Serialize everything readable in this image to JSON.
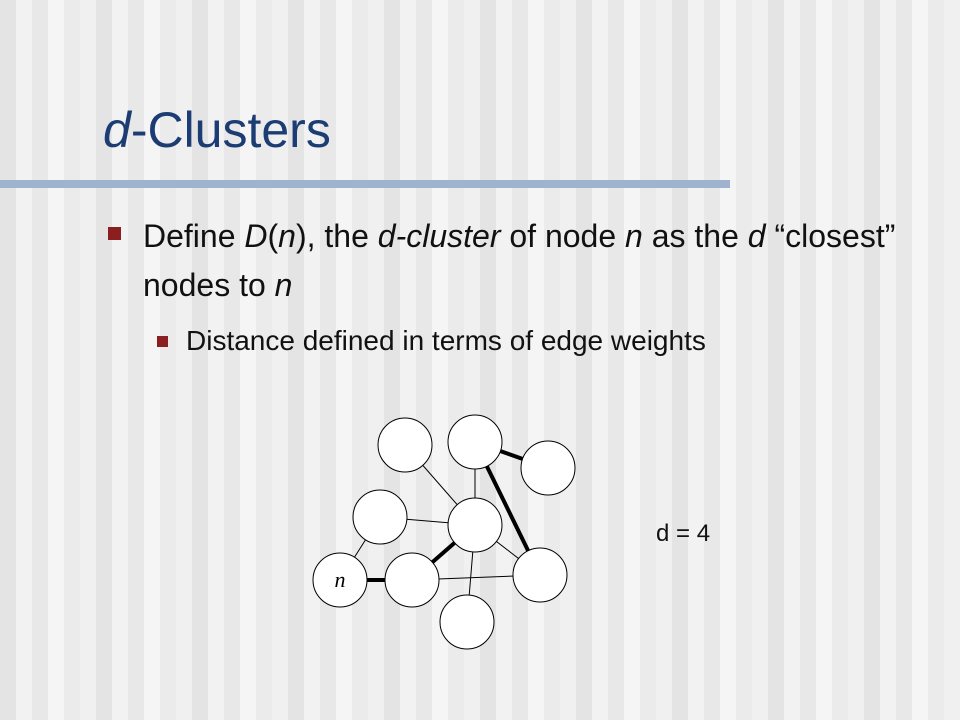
{
  "slide": {
    "title_italic": "d",
    "title_rest": "-Clusters",
    "bullet": {
      "segments": [
        {
          "text": "Define ",
          "style": "normal"
        },
        {
          "text": "D",
          "style": "italic"
        },
        {
          "text": "(",
          "style": "normal"
        },
        {
          "text": "n",
          "style": "italic"
        },
        {
          "text": "), the ",
          "style": "normal"
        },
        {
          "text": "d-cluster",
          "style": "italic"
        },
        {
          "text": " of node ",
          "style": "normal"
        },
        {
          "text": "n",
          "style": "italic"
        },
        {
          "text": " as the ",
          "style": "normal"
        },
        {
          "text": "d",
          "style": "italic"
        },
        {
          "text": " “closest” nodes to ",
          "style": "normal"
        },
        {
          "text": "n",
          "style": "italic"
        }
      ]
    },
    "sub_bullet": "Distance defined in terms of edge weights",
    "d_label": "d = 4"
  },
  "graph": {
    "start_node_label": "n",
    "nodes": [
      {
        "id": "n",
        "label": "n"
      },
      {
        "id": "A"
      },
      {
        "id": "B"
      },
      {
        "id": "C"
      },
      {
        "id": "D"
      },
      {
        "id": "E"
      },
      {
        "id": "F"
      },
      {
        "id": "G"
      },
      {
        "id": "H"
      }
    ],
    "edges": [
      {
        "from": "A",
        "to": "E",
        "bold": false
      },
      {
        "from": "B",
        "to": "E",
        "bold": false
      },
      {
        "from": "B",
        "to": "C",
        "bold": true
      },
      {
        "from": "B",
        "to": "G",
        "bold": true
      },
      {
        "from": "D",
        "to": "E",
        "bold": false
      },
      {
        "from": "E",
        "to": "F",
        "bold": true
      },
      {
        "from": "E",
        "to": "G",
        "bold": false
      },
      {
        "from": "E",
        "to": "H",
        "bold": false
      },
      {
        "from": "n",
        "to": "D",
        "bold": false
      },
      {
        "from": "n",
        "to": "F",
        "bold": true
      },
      {
        "from": "F",
        "to": "G",
        "bold": false
      }
    ]
  }
}
